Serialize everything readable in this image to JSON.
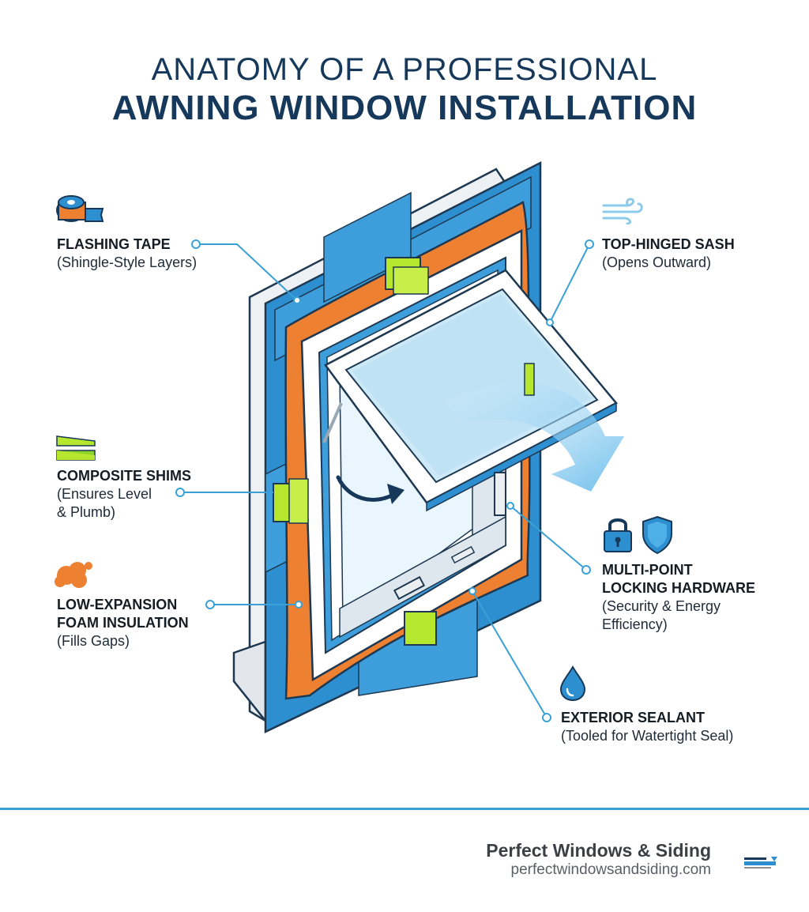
{
  "title": {
    "line1": "ANATOMY OF A PROFESSIONAL",
    "line2": "AWNING WINDOW INSTALLATION"
  },
  "callouts": {
    "flashing": {
      "heading": "FLASHING TAPE",
      "sub": "(Shingle-Style Layers)",
      "icon": "tape-roll-icon"
    },
    "sash": {
      "heading": "TOP-HINGED SASH",
      "sub": "(Opens Outward)",
      "icon": "wind-icon"
    },
    "shims": {
      "heading": "COMPOSITE SHIMS",
      "sub1": "(Ensures Level",
      "sub2": "& Plumb)",
      "icon": "shims-icon"
    },
    "foam": {
      "heading1": "LOW-EXPANSION",
      "heading2": "FOAM INSULATION",
      "sub": "(Fills Gaps)",
      "icon": "foam-icon"
    },
    "locking": {
      "heading1": "MULTI-POINT",
      "heading2": "LOCKING HARDWARE",
      "sub1": "(Security & Energy",
      "sub2": "Efficiency)",
      "icons": [
        "padlock-icon",
        "shield-icon"
      ]
    },
    "sealant": {
      "heading": "EXTERIOR SEALANT",
      "sub": "(Tooled for Watertight Seal)",
      "icon": "water-drop-icon"
    }
  },
  "footer": {
    "brand": "Perfect Windows & Siding",
    "url": "perfectwindowsandsiding.com",
    "logo": "PERFECT WINDOWS & SIDING logo"
  },
  "colors": {
    "title": "#16385a",
    "flashing_blue": "#2e8fd0",
    "foam_orange": "#ee8032",
    "shim_green": "#b6e62e",
    "callout_line": "#3aa1d6",
    "glass": "#cde9f8"
  }
}
